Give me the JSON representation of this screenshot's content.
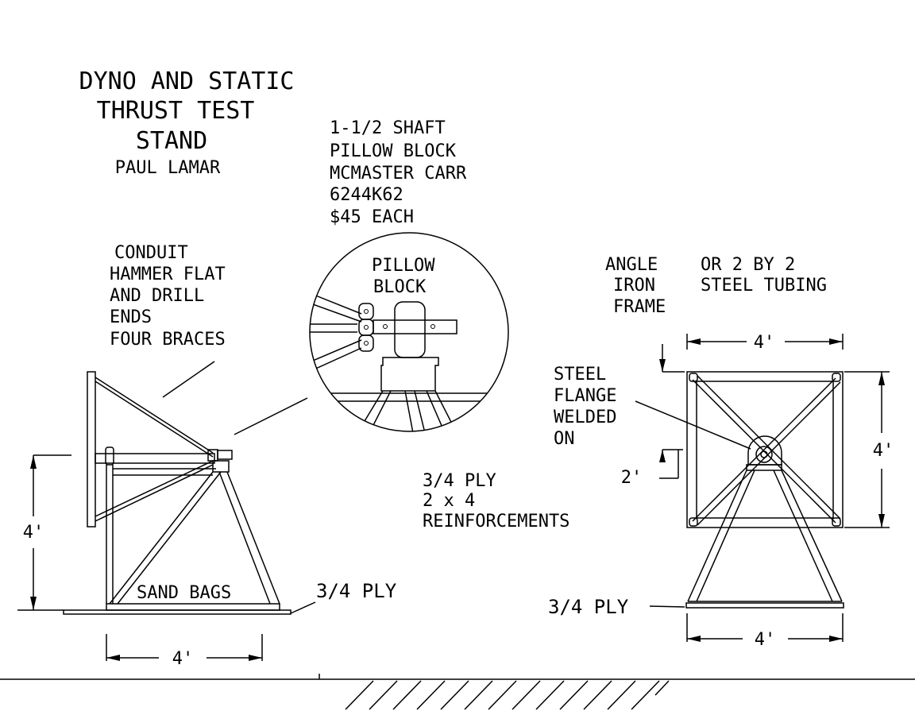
{
  "title": {
    "line1": "DYNO AND STATIC",
    "line2": "THRUST TEST",
    "line3": "STAND",
    "author": "PAUL LAMAR"
  },
  "pillow_block_note": [
    "1-1/2 SHAFT",
    "PILLOW BLOCK",
    "MCMASTER CARR",
    "6244K62",
    "$45 EACH"
  ],
  "detail_label": [
    "PILLOW",
    "BLOCK"
  ],
  "conduit_note": [
    "CONDUIT",
    "HAMMER FLAT",
    "AND DRILL",
    "ENDS",
    "FOUR BRACES"
  ],
  "frame_note": [
    "ANGLE",
    "IRON",
    "FRAME"
  ],
  "tubing_note": [
    "OR 2 BY 2",
    "STEEL TUBING"
  ],
  "flange_note": [
    "STEEL",
    "FLANGE",
    "WELDED",
    "ON"
  ],
  "ply_note": [
    "3/4 PLY",
    "2 x 4",
    "REINFORCEMENTS"
  ],
  "dims": {
    "side_height": "4'",
    "side_width": "4'",
    "front_top": "4'",
    "front_right": "4'",
    "front_bottom": "4'",
    "offset": "2'"
  },
  "labels": {
    "sand_bags": "SAND BAGS",
    "ply_left": "3/4 PLY",
    "ply_right": "3/4 PLY"
  }
}
